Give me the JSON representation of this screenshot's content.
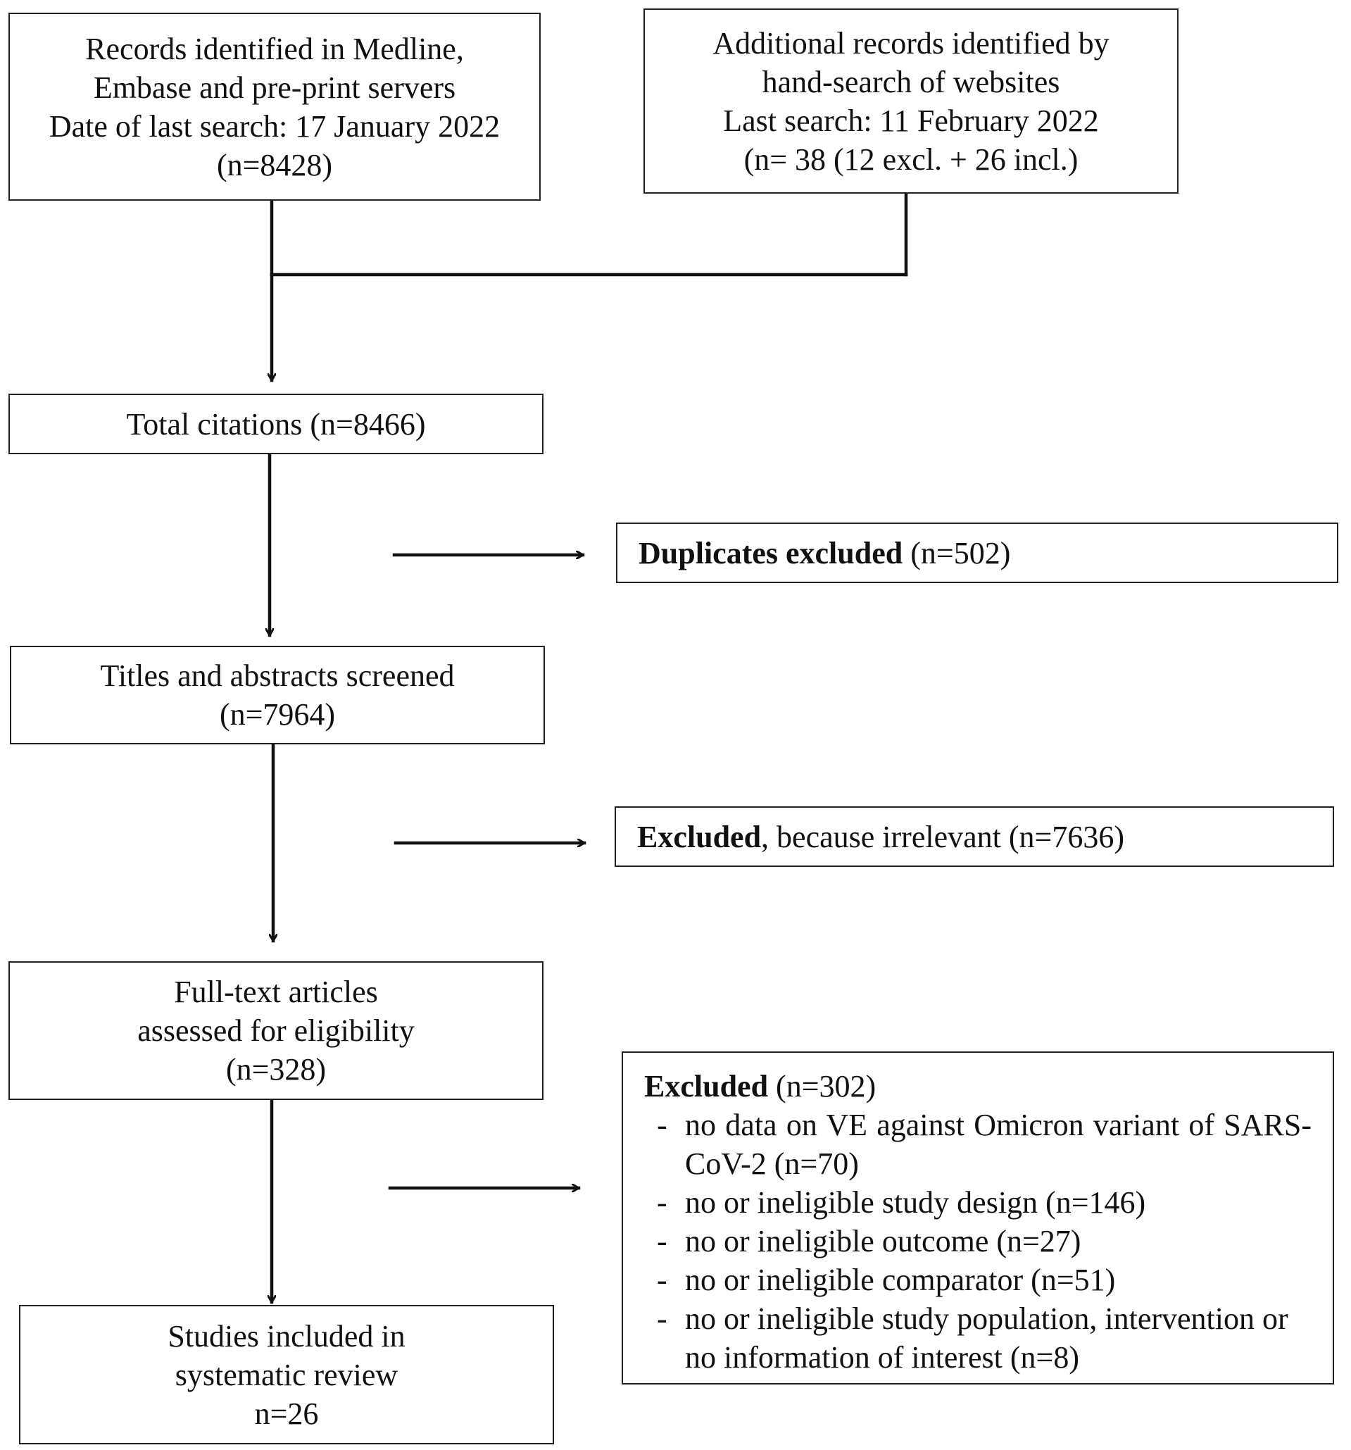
{
  "boxes": {
    "records_db": {
      "lines": [
        "Records identified in Medline,",
        "Embase and pre-print servers",
        "Date of last search: 17 January 2022",
        "(n=8428)"
      ]
    },
    "records_hand": {
      "lines": [
        "Additional records identified by",
        "hand-search of websites",
        "Last search: 11 February 2022",
        "(n= 38 (12 excl. + 26 incl.)"
      ]
    },
    "total": {
      "text": "Total citations (n=8466)"
    },
    "duplicates": {
      "bold": "Duplicates excluded",
      "rest": " (n=502)"
    },
    "screened": {
      "lines": [
        "Titles and abstracts screened",
        "(n=7964)"
      ]
    },
    "irrelevant": {
      "bold": "Excluded",
      "rest": ", because irrelevant (n=7636)"
    },
    "fulltext": {
      "lines": [
        "Full-text articles",
        "assessed for eligibility",
        "(n=328)"
      ]
    },
    "excluded_fulltext": {
      "bold": "Excluded",
      "rest": " (n=302)",
      "items": [
        "no data on VE against Omicron variant of SARS-CoV-2 (n=70)",
        "no or ineligible study design (n=146)",
        "no or ineligible outcome (n=27)",
        "no or ineligible comparator (n=51)",
        "no or ineligible study population, intervention or no information of interest (n=8)"
      ]
    },
    "included": {
      "lines": [
        "Studies included in",
        "systematic review",
        "n=26"
      ]
    }
  },
  "colors": {
    "line": "#111111",
    "border": "#222222",
    "background": "#ffffff"
  }
}
